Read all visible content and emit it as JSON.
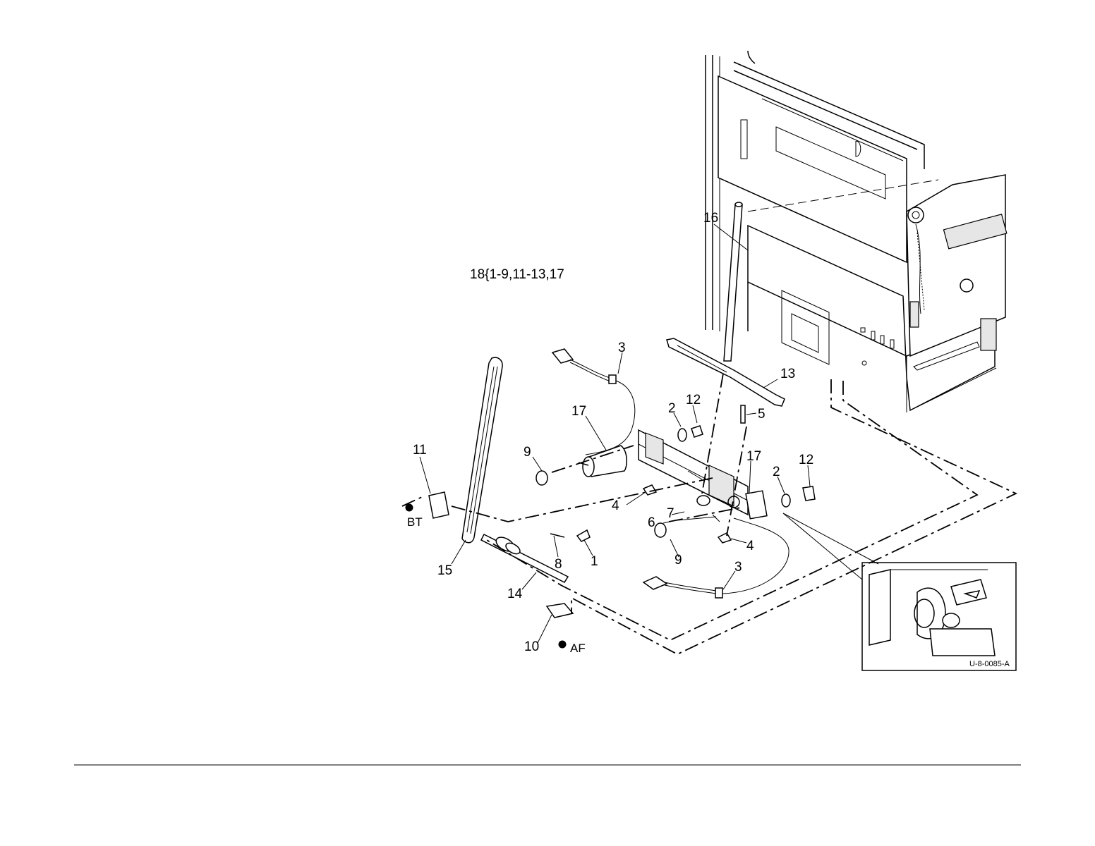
{
  "callouts": {
    "c1": "1",
    "c2a": "2",
    "c2b": "2",
    "c3a": "3",
    "c3b": "3",
    "c4a": "4",
    "c4b": "4",
    "c5": "5",
    "c6": "6",
    "c7": "7",
    "c8": "8",
    "c9a": "9",
    "c9b": "9",
    "c10": "10",
    "c11": "11",
    "c12a": "12",
    "c12b": "12",
    "c13": "13",
    "c14": "14",
    "c15": "15",
    "c16": "16",
    "c17a": "17",
    "c17b": "17"
  },
  "kit_label": "18{1-9,11-13,17",
  "ref_bt": "BT",
  "ref_af": "AF",
  "figure_id": "U-8-0085-A"
}
